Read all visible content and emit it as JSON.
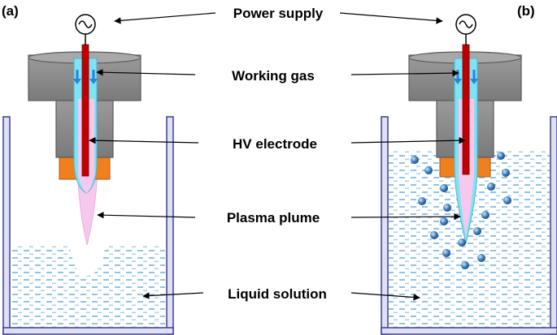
{
  "panels": [
    {
      "id": "a",
      "label": "(a)"
    },
    {
      "id": "b",
      "label": "(b)"
    }
  ],
  "labels": {
    "power_supply": "Power supply",
    "working_gas": "Working gas",
    "hv_electrode": "HV electrode",
    "plasma_plume": "Plasma plume",
    "liquid_solution": "Liquid solution"
  },
  "icons": {
    "power_supply": "ac-source-icon",
    "gas_flow": "down-arrow-icon",
    "bubble": "gas-bubble-icon"
  },
  "colors": {
    "beaker": "#3f3f8f",
    "nozzle_gray": "#8c8c8c",
    "nozzle_stroke": "#5a5a5a",
    "gas_channel": "#7fe3f5",
    "electrode": "#c00000",
    "plasma": "#f6c8ee",
    "orange_ring": "#f07f1d",
    "liquid_dash": "#8fc3e8",
    "bubble": "#3e7fc0",
    "flow_arrow": "#2f80d8"
  }
}
